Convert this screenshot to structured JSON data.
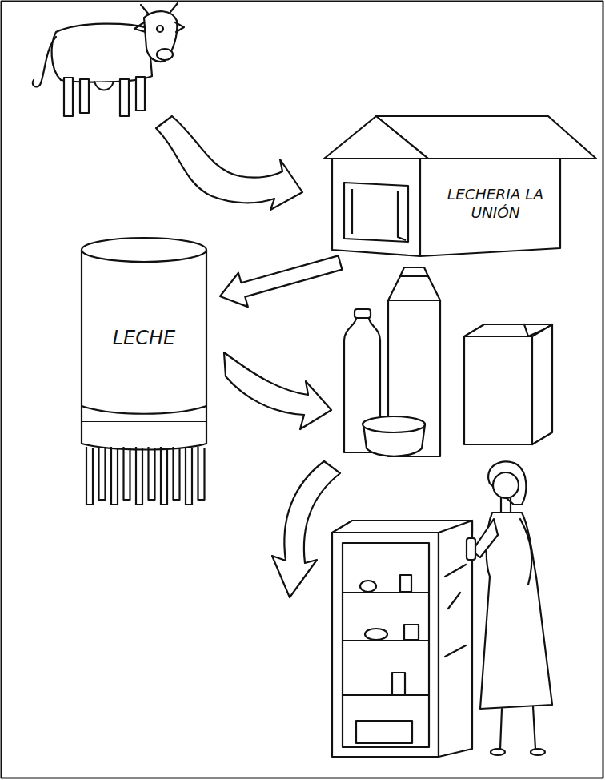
{
  "diagram": {
    "nodes": [
      {
        "text": [
          "LECHERIA LA UNIÓN"
        ]
      },
      {
        "text": [
          "LECHE"
        ]
      }
    ],
    "edges": [
      {
        "from": 0,
        "to": 1,
        "arrow": "to"
      }
    ]
  }
}
